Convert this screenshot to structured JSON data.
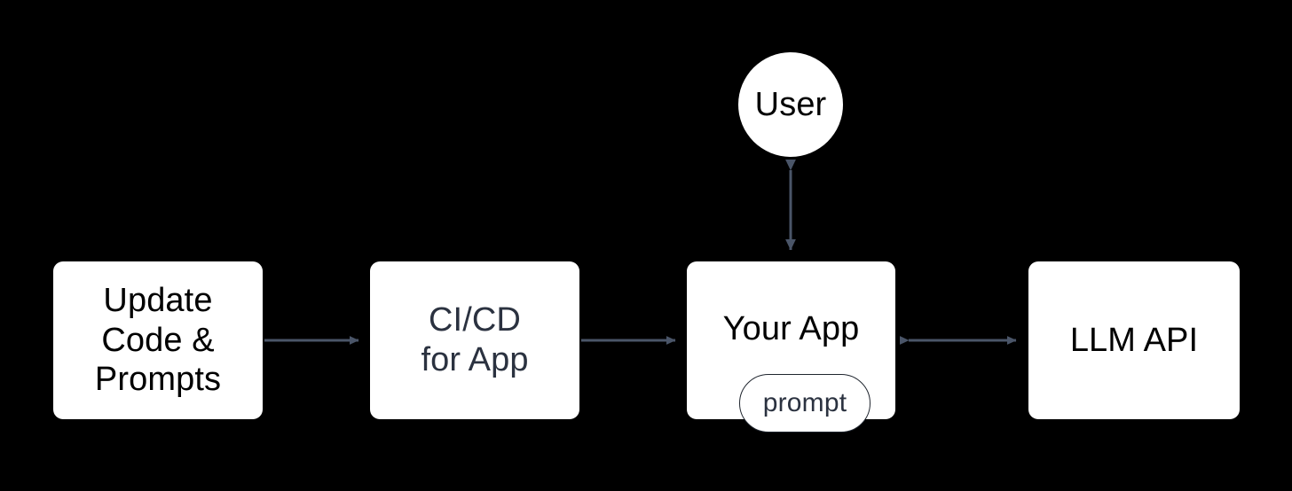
{
  "diagram": {
    "title": "LLM app prompt deployment flow",
    "background_color": "#000000",
    "node_fill": "#ffffff",
    "edge_color": "#4a5568",
    "nodes": [
      {
        "id": "update-code-prompts",
        "label": "Update\nCode &\nPrompts",
        "shape": "rounded-rect",
        "text_color": "#000000"
      },
      {
        "id": "cicd-for-app",
        "label": "CI/CD\nfor App",
        "shape": "rounded-rect",
        "text_color": "#2b3240"
      },
      {
        "id": "your-app",
        "label": "Your App",
        "shape": "rounded-rect",
        "text_color": "#000000"
      },
      {
        "id": "llm-api",
        "label": "LLM API",
        "shape": "rounded-rect",
        "text_color": "#000000"
      },
      {
        "id": "user",
        "label": "User",
        "shape": "circle",
        "text_color": "#000000"
      },
      {
        "id": "prompt",
        "label": "prompt",
        "shape": "stadium-pill",
        "text_color": "#2b3240"
      }
    ],
    "edges": [
      {
        "id": "edge-update-to-cicd",
        "from": "update-code-prompts",
        "to": "cicd-for-app",
        "arrow": "single"
      },
      {
        "id": "edge-cicd-to-app",
        "from": "cicd-for-app",
        "to": "your-app",
        "arrow": "single"
      },
      {
        "id": "edge-app-to-llm",
        "from": "your-app",
        "to": "llm-api",
        "arrow": "double"
      },
      {
        "id": "edge-user-to-app",
        "from": "user",
        "to": "your-app",
        "arrow": "double"
      }
    ]
  }
}
